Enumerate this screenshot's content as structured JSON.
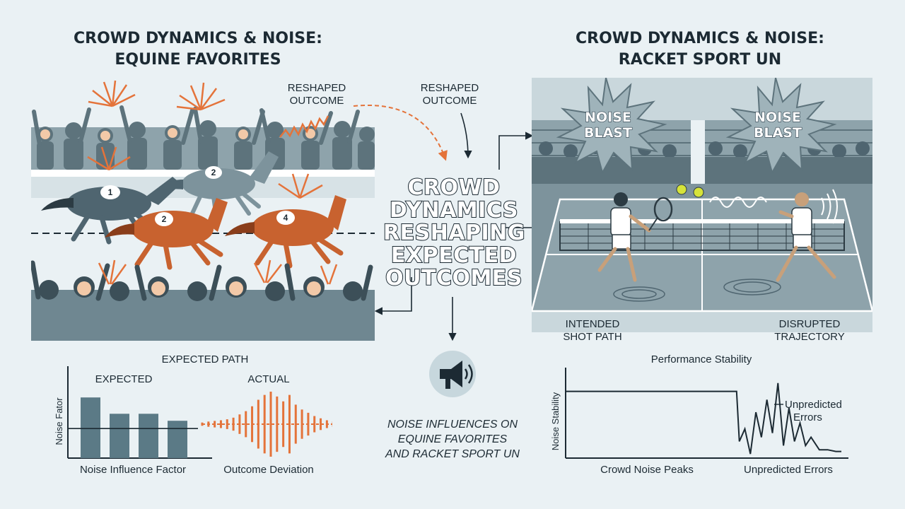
{
  "left_title": {
    "line1": "CROWD DYNAMICS & NOISE:",
    "line2": "EQUINE FAVORITES"
  },
  "right_title": {
    "line1": "CROWD DYNAMICS & NOISE:",
    "line2": "RACKET SPORT UN"
  },
  "reshaped_outcome_left": {
    "line1": "RESHAPED",
    "line2": "OUTCOME"
  },
  "reshaped_outcome_center": {
    "line1": "RESHAPED",
    "line2": "OUTCOME"
  },
  "center_title": {
    "line1": "CROWD",
    "line2": "DYNAMICS",
    "line3": "RESHAPING",
    "line4": "EXPECTED",
    "line5": "OUTCOMES"
  },
  "noise_blast": {
    "line1": "NOISE",
    "line2": "BLAST"
  },
  "horse_numbers": [
    "1",
    "2",
    "2",
    "4"
  ],
  "tennis_labels": {
    "intended": {
      "line1": "INTENDED",
      "line2": "SHOT PATH"
    },
    "disrupted": {
      "line1": "DISRUPTED",
      "line2": "TRAJECTORY"
    }
  },
  "center_caption": {
    "line1": "NOISE INFLUENCES ON",
    "line2": "EQUINE FAVORITES",
    "line3": "AND RACKET SPORT UN"
  },
  "icons": {
    "megaphone": "megaphone-icon"
  },
  "colors": {
    "accent": "#e4733a",
    "bar": "#5b7a86",
    "dark": "#1c2a33",
    "line": "#1c2a33"
  },
  "chart_data": [
    {
      "type": "bar",
      "title": "EXPECTED PATH",
      "bar_group_label": "EXPECTED",
      "wave_label": "ACTUAL",
      "ylabel": "Noise Fator",
      "xlabel_left": "Noise Influence Factor",
      "xlabel_right": "Outcome Deviation",
      "values": [
        0.78,
        0.57,
        0.57,
        0.48
      ],
      "baseline": 0.38,
      "ylim": [
        0,
        1
      ],
      "wave_amplitudes": [
        0.05,
        0.08,
        0.1,
        0.12,
        0.15,
        0.2,
        0.3,
        0.4,
        0.55,
        0.75,
        0.9,
        1.0,
        0.85,
        0.7,
        0.9,
        0.6,
        0.45,
        0.35,
        0.25,
        0.18,
        0.12,
        0.08,
        0.05
      ]
    },
    {
      "type": "line",
      "title": "Performance Stability",
      "ylabel": "Noise Stability",
      "annotation": {
        "line1": "Unpredicted",
        "line2": "Errors"
      },
      "xlabel_left": "Crowd Noise Peaks",
      "xlabel_right": "Unpredicted Errors",
      "ylim": [
        0,
        1
      ],
      "x": [
        0,
        0.62,
        0.63,
        0.65,
        0.67,
        0.69,
        0.71,
        0.73,
        0.75,
        0.77,
        0.79,
        0.81,
        0.83,
        0.85,
        0.87,
        0.89,
        0.92,
        0.95,
        0.98,
        1.0
      ],
      "y": [
        0.8,
        0.8,
        0.2,
        0.35,
        0.05,
        0.55,
        0.25,
        0.7,
        0.3,
        0.9,
        0.15,
        0.6,
        0.2,
        0.42,
        0.15,
        0.25,
        0.1,
        0.1,
        0.08,
        0.08
      ]
    }
  ]
}
